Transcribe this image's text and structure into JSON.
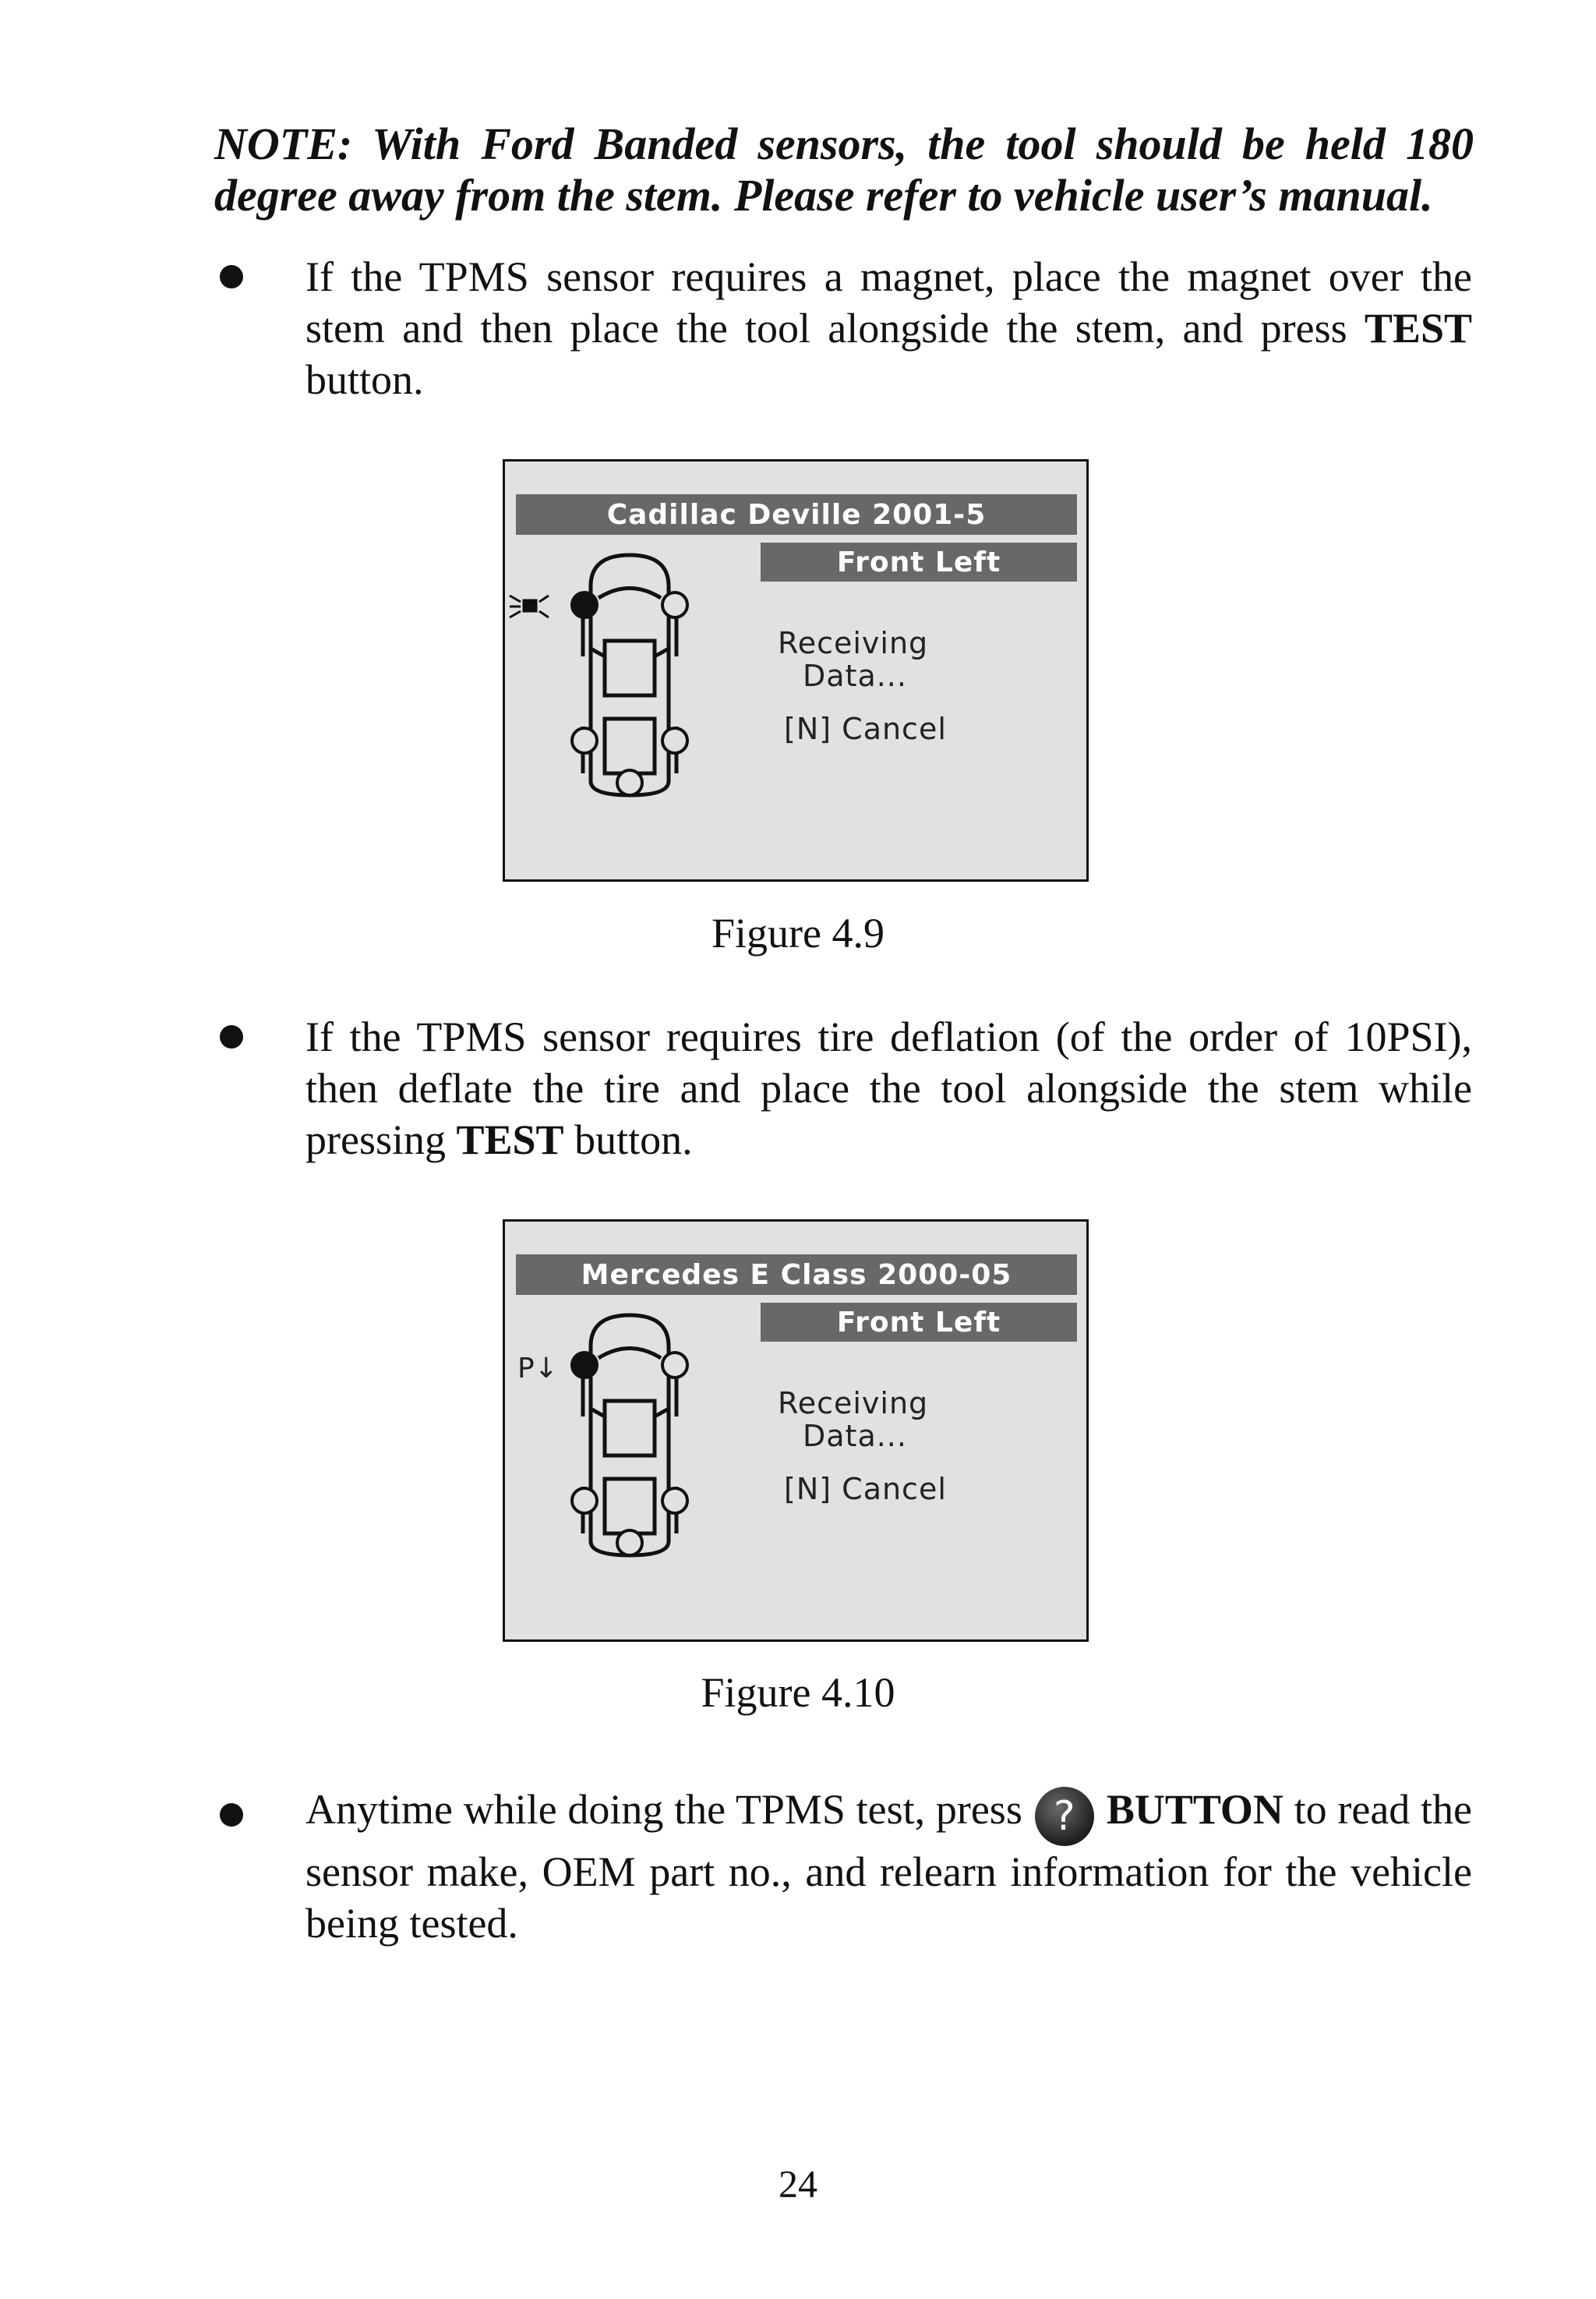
{
  "note": "NOTE: With Ford Banded sensors, the tool should be held 180 degree away from the stem. Please refer to vehicle user’s manual.",
  "bullets": [
    {
      "text_before": "If the TPMS sensor requires a magnet, place the magnet over the stem and then place the tool alongside the stem, and press ",
      "bold": "TEST",
      "text_after": " button."
    },
    {
      "text_before": "If the TPMS sensor requires tire deflation (of the order of 10PSI), then deflate the tire and place the tool alongside the stem while pressing ",
      "bold": "TEST",
      "text_after": " button."
    },
    {
      "text_before": "Anytime while doing the TPMS test, press",
      "icon": "help-question-icon",
      "bold": "BUTTON",
      "text_after": " to read the sensor make, OEM part no., and relearn information for the vehicle being tested."
    }
  ],
  "figures": [
    {
      "vehicle": "Cadillac Deville 2001-5",
      "position": "Front Left",
      "status_line1": "Receiving",
      "status_line2": "Data...",
      "cancel": "[N] Cancel",
      "indicator_icon": "magnet-icon",
      "caption": "Figure 4.9"
    },
    {
      "vehicle": "Mercedes E Class 2000-05",
      "position": "Front Left",
      "status_line1": "Receiving",
      "status_line2": "Data...",
      "cancel": "[N] Cancel",
      "indicator_label": "P↓",
      "caption": "Figure 4.10"
    }
  ],
  "page_number": "24"
}
